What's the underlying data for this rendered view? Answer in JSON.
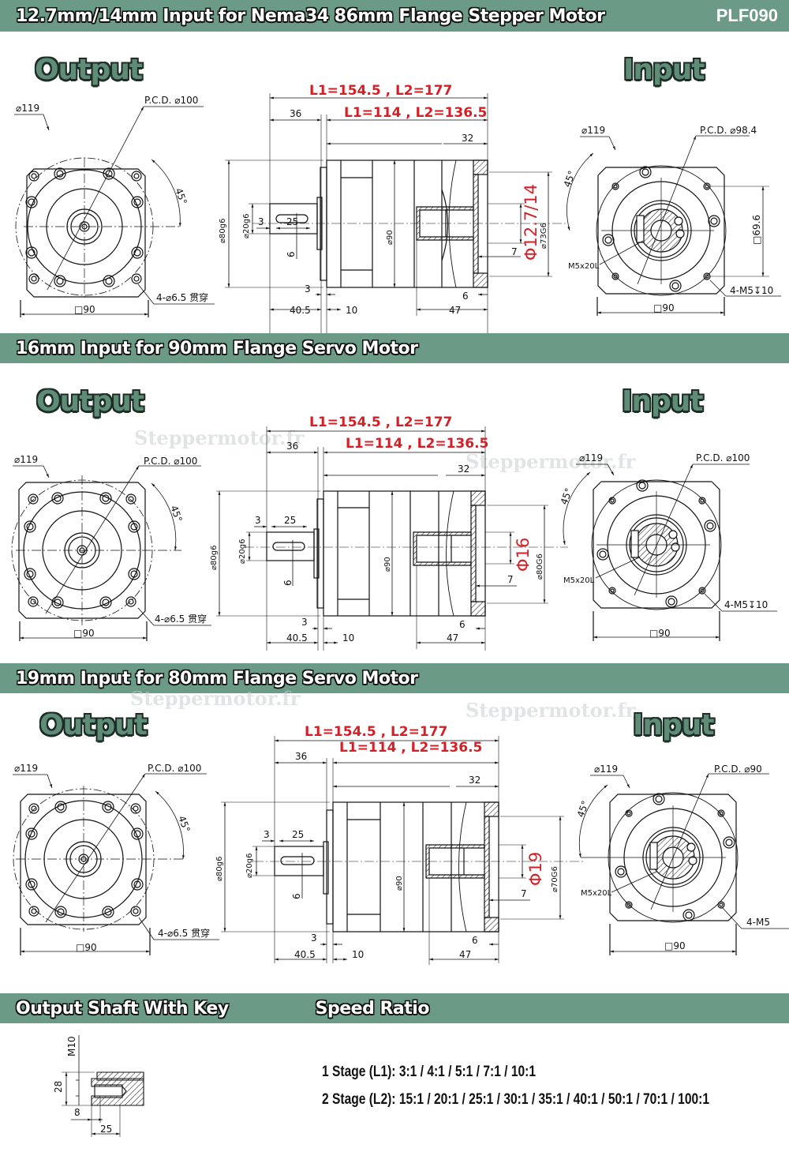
{
  "header": {
    "title": "12.7mm/14mm Input for Nema34 86mm Flange Stepper Motor",
    "model_code": "PLF090"
  },
  "colors": {
    "band": "#6b9a86",
    "label_fill": "#5e8c76",
    "dimension_red": "#d32027",
    "line": "#111111"
  },
  "watermark": "Steppermotor.fr",
  "sections": [
    {
      "title": "12.7mm/14mm Input for Nema34 86mm Flange Stepper Motor",
      "output_label": "Output",
      "input_label": "Input",
      "output_view": {
        "od": "⌀119",
        "pcd": "P.C.D. ⌀100",
        "angle": "45°",
        "holes": "4-⌀6.5 贯穿",
        "square": "□90"
      },
      "side_view": {
        "l_total": "L1=154.5 , L2=177",
        "l_body": "L1=114 , L2=136.5",
        "d36": "36",
        "d32": "32",
        "d3a": "3",
        "d25": "25",
        "d6": "6",
        "d80": "⌀80g6",
        "d20": "⌀20g6",
        "d90": "⌀90",
        "d3b": "3",
        "d40_5": "40.5",
        "d10": "10",
        "d6b": "6",
        "d47": "47",
        "d7": "7",
        "bore": "Φ12.7/14",
        "pilot": "⌀73G6"
      },
      "input_view": {
        "od": "⌀119",
        "pcd": "P.C.D. ⌀98.4",
        "angle": "45°",
        "screw": "M5x20L",
        "holes": "4-M5↧10",
        "square": "□90",
        "hole_spacing": "□69.6"
      }
    },
    {
      "title": "16mm Input for 90mm Flange Servo Motor",
      "output_label": "Output",
      "input_label": "Input",
      "output_view": {
        "od": "⌀119",
        "pcd": "P.C.D. ⌀100",
        "angle": "45°",
        "holes": "4-⌀6.5 贯穿",
        "square": "□90"
      },
      "side_view": {
        "l_total": "L1=154.5 , L2=177",
        "l_body": "L1=114 , L2=136.5",
        "d36": "36",
        "d32": "32",
        "d3a": "3",
        "d25": "25",
        "d6": "6",
        "d80": "⌀80g6",
        "d20": "⌀20g6",
        "d90": "⌀90",
        "d3b": "3",
        "d40_5": "40.5",
        "d10": "10",
        "d6b": "6",
        "d47": "47",
        "d7": "7",
        "bore": "Φ16",
        "pilot": "⌀80G6"
      },
      "input_view": {
        "od": "⌀119",
        "pcd": "P.C.D. ⌀100",
        "angle": "45°",
        "screw": "M5x20L",
        "holes": "4-M5↧10",
        "square": "□90",
        "hole_spacing": ""
      }
    },
    {
      "title": "19mm Input for 80mm Flange Servo Motor",
      "output_label": "Output",
      "input_label": "Input",
      "output_view": {
        "od": "⌀119",
        "pcd": "P.C.D. ⌀100",
        "angle": "45°",
        "holes": "4-⌀6.5 贯穿",
        "square": "□90"
      },
      "side_view": {
        "l_total": "L1=154.5 , L2=177",
        "l_body": "L1=114 , L2=136.5",
        "d36": "36",
        "d32": "32",
        "d3a": "3",
        "d25": "25",
        "d6": "6",
        "d80": "⌀80g6",
        "d20": "⌀20g6",
        "d90": "⌀90",
        "d3b": "3",
        "d40_5": "40.5",
        "d10": "10",
        "d6b": "6",
        "d47": "47",
        "d7": "7",
        "bore": "Φ19",
        "pilot": "⌀70G6"
      },
      "input_view": {
        "od": "⌀119",
        "pcd": "P.C.D. ⌀90",
        "angle": "45°",
        "screw": "M5x20L",
        "holes": "4-M5",
        "square": "□90",
        "hole_spacing": ""
      }
    }
  ],
  "bottom": {
    "shaft_title": "Output Shaft With Key",
    "ratio_title": "Speed Ratio",
    "shaft": {
      "thread": "M10",
      "d28": "28",
      "d8": "8",
      "d25": "25"
    },
    "ratios": [
      "1 Stage (L1): 3:1 / 4:1 / 5:1 / 7:1 / 10:1",
      "2 Stage (L2): 15:1 / 20:1 / 25:1 / 30:1 / 35:1 / 40:1 / 50:1 / 70:1 / 100:1"
    ]
  }
}
